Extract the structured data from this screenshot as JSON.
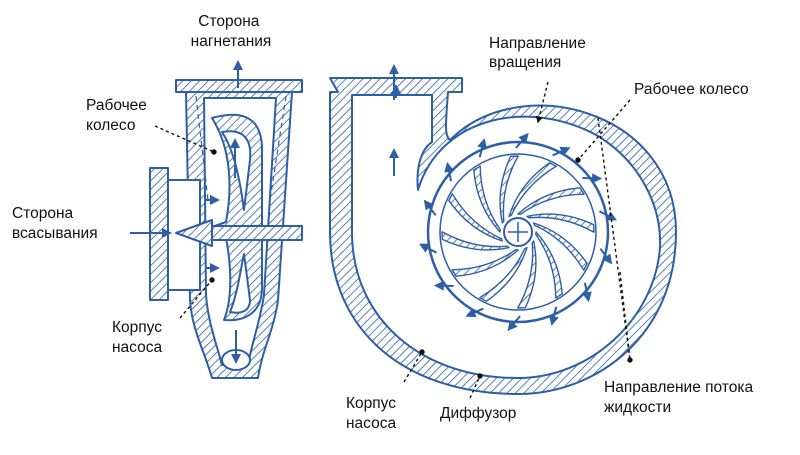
{
  "labels": {
    "discharge_side": [
      "Сторона",
      "нагнетания"
    ],
    "impeller_left": [
      "Рабочее",
      "колесо"
    ],
    "suction_side": [
      "Сторона",
      "всасывания"
    ],
    "casing_left": [
      "Корпус",
      "насоса"
    ],
    "rotation_direction": [
      "Направление",
      "вращения"
    ],
    "impeller_right": "Рабочее колесо",
    "casing_right": [
      "Корпус",
      "насоса"
    ],
    "diffuser": "Диффузор",
    "flow_direction": [
      "Направление потока",
      "жидкости"
    ]
  },
  "colors": {
    "drawing": "#2e5ea6",
    "text": "#111111",
    "leader": "#111111",
    "background": "#ffffff"
  }
}
